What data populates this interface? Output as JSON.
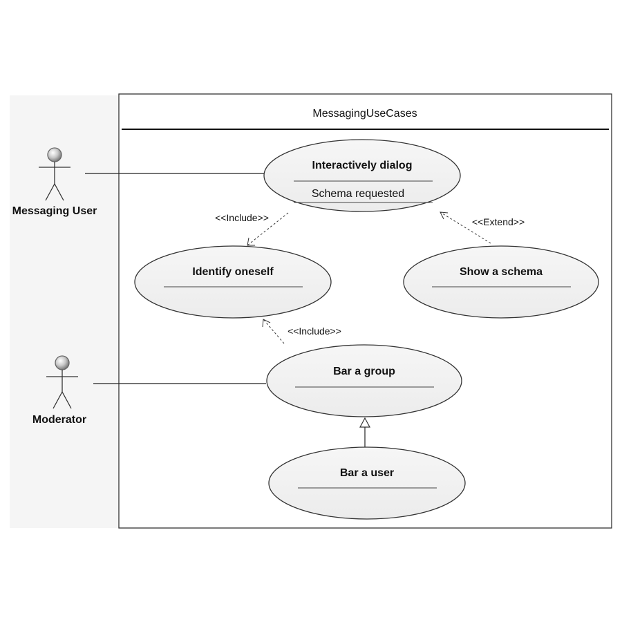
{
  "system": {
    "title": "MessagingUseCases"
  },
  "actors": {
    "messaging_user": {
      "label": "Messaging User"
    },
    "moderator": {
      "label": "Moderator"
    }
  },
  "use_cases": {
    "interactively_dialog": {
      "name": "Interactively dialog",
      "extension_point": "Schema requested"
    },
    "identify_oneself": {
      "name": "Identify oneself"
    },
    "show_a_schema": {
      "name": "Show a schema"
    },
    "bar_a_group": {
      "name": "Bar a group"
    },
    "bar_a_user": {
      "name": "Bar a user"
    }
  },
  "relationships": {
    "include_1": {
      "label": "<<Include>>"
    },
    "include_2": {
      "label": "<<Include>>"
    },
    "extend_1": {
      "label": "<<Extend>>"
    }
  }
}
